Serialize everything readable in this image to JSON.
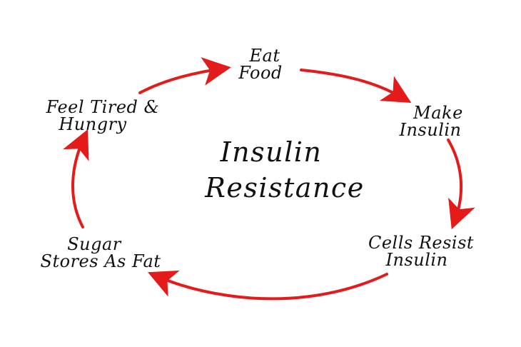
{
  "diagram": {
    "title_lines": [
      "Insulin",
      "Resistance"
    ],
    "nodes": [
      {
        "id": "eat-food",
        "lines": [
          "Eat",
          "Food"
        ]
      },
      {
        "id": "make-insulin",
        "lines": [
          "Make",
          "Insulin"
        ]
      },
      {
        "id": "cells-resist-insulin",
        "lines": [
          "Cells Resist",
          "Insulin"
        ]
      },
      {
        "id": "sugar-stores-as-fat",
        "lines": [
          "Sugar",
          "Stores As Fat"
        ]
      },
      {
        "id": "feel-tired-hungry",
        "lines": [
          "Feel Tired &",
          "Hungry"
        ]
      }
    ],
    "arrows": [
      {
        "from": "eat-food",
        "to": "make-insulin"
      },
      {
        "from": "make-insulin",
        "to": "cells-resist-insulin"
      },
      {
        "from": "cells-resist-insulin",
        "to": "sugar-stores-as-fat"
      },
      {
        "from": "sugar-stores-as-fat",
        "to": "feel-tired-hungry"
      },
      {
        "from": "feel-tired-hungry",
        "to": "eat-food"
      }
    ],
    "colors": {
      "arrow": "#e41b1b",
      "text": "#111111",
      "background": "#ffffff"
    }
  }
}
